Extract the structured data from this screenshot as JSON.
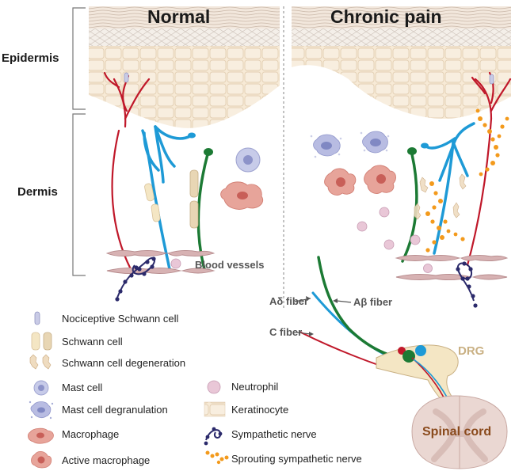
{
  "panels": {
    "normal_title": "Normal",
    "chronic_title": "Chronic pain"
  },
  "layers": {
    "epidermis": "Epidermis",
    "dermis": "Dermis"
  },
  "structures": {
    "blood_vessels": "Blood vessels",
    "a_delta_fiber": "Aδ fiber",
    "a_beta_fiber": "Aβ fiber",
    "c_fiber": "C fiber",
    "drg": "DRG",
    "spinal_cord": "Spinal cord"
  },
  "legend": {
    "items": [
      {
        "label": "Nociceptive Schwann cell",
        "icon": "nociceptive-schwann-cell-icon"
      },
      {
        "label": "Schwann cell",
        "icon": "schwann-cell-icon"
      },
      {
        "label": "Schwann cell degeneration",
        "icon": "schwann-cell-degeneration-icon"
      },
      {
        "label": "Mast cell",
        "icon": "mast-cell-icon"
      },
      {
        "label": "Mast cell degranulation",
        "icon": "mast-cell-degranulation-icon"
      },
      {
        "label": "Macrophage",
        "icon": "macrophage-icon"
      },
      {
        "label": "Active macrophage",
        "icon": "active-macrophage-icon"
      },
      {
        "label": "Neutrophil",
        "icon": "neutrophil-icon"
      },
      {
        "label": "Keratinocyte",
        "icon": "keratinocyte-icon"
      },
      {
        "label": "Sympathetic nerve",
        "icon": "sympathetic-nerve-icon"
      },
      {
        "label": "Sprouting sympathetic nerve",
        "icon": "sprouting-sympathetic-nerve-icon"
      }
    ]
  },
  "colors": {
    "c_fiber": "#c0182a",
    "a_delta_fiber": "#1e9ad6",
    "a_beta_fiber": "#1c7a34",
    "sympathetic": "#2b2a6b",
    "sprouting": "#f39a1c",
    "skin": "#f6e8d3",
    "vessel": "#c9a3a6",
    "mast": "#a9aed8",
    "macrophage": "#e39a90",
    "neutrophil": "#e7c6d6"
  }
}
